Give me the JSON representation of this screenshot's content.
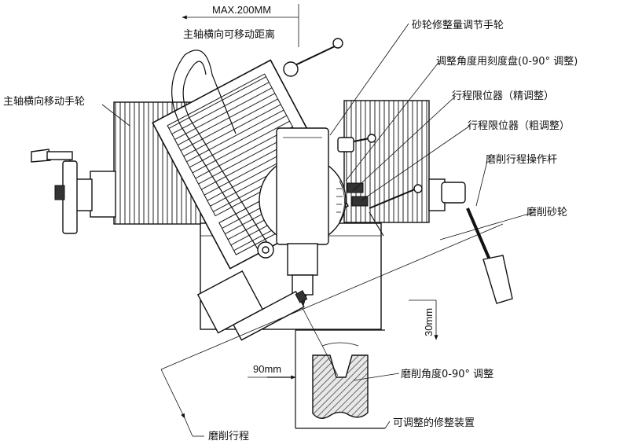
{
  "dimensions": {
    "max_travel": "MAX.200MM",
    "travel_90": "90mm",
    "travel_30": "30mm"
  },
  "labels": {
    "spindle_lateral_distance": "主轴横向可移动距离",
    "spindle_lateral_handwheel": "主轴横向移动手轮",
    "wheel_dress_handwheel": "砂轮修整量调节手轮",
    "angle_dial": "调整角度用刻度盘(0-90° 调整)",
    "travel_stop_fine": "行程限位器（精调整）",
    "travel_stop_coarse": "行程限位器（粗调整）",
    "grinding_lever": "磨削行程操作杆",
    "grinding_wheel": "磨削砂轮",
    "grinding_angle": "磨削角度0-90° 调整",
    "adjustable_dresser": "可调整的修整装置",
    "grinding_travel": "磨削行程"
  }
}
